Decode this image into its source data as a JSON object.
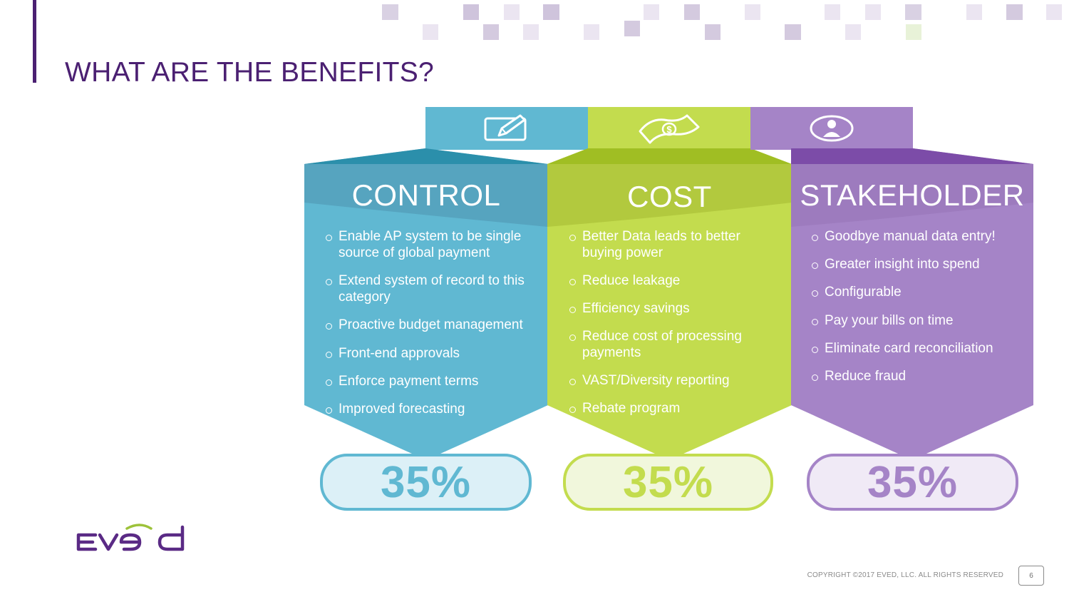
{
  "slide": {
    "title": "WHAT ARE THE BENEFITS?",
    "copyright": "COPYRIGHT ©2017 EVED, LLC. ALL RIGHTS RESERVED",
    "page_number": "6",
    "logo_text": "Eved"
  },
  "columns": [
    {
      "title": "CONTROL",
      "icon": "pencil-note-icon",
      "color": "#5fb7d1",
      "percent": "35%",
      "bullets": [
        "Enable AP system to be single source of global payment",
        "Extend system of record to this category",
        "Proactive budget management",
        "Front-end approvals",
        "Enforce payment terms",
        "Improved forecasting"
      ]
    },
    {
      "title": "COST",
      "icon": "money-bill-icon",
      "color": "#c3dc4e",
      "percent": "35%",
      "bullets": [
        "Better Data leads to better buying power",
        "Reduce leakage",
        "Efficiency savings",
        "Reduce cost of processing payments",
        "VAST/Diversity reporting",
        "Rebate program"
      ]
    },
    {
      "title": "STAKEHOLDER",
      "icon": "user-circle-icon",
      "color": "#a584c7",
      "percent": "35%",
      "bullets": [
        "Goodbye manual data entry!",
        "Greater insight into spend",
        "Configurable",
        "Pay your bills on time",
        "Eliminate card reconciliation",
        "Reduce fraud"
      ]
    }
  ]
}
